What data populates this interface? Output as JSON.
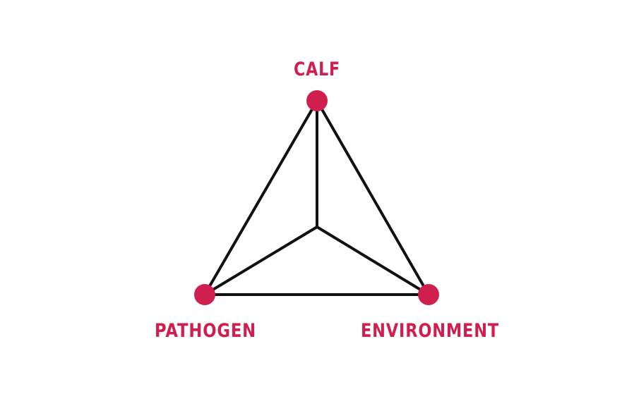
{
  "colors": {
    "accent": "#cf1f4f",
    "edge": "#111111",
    "background": "#ffffff"
  },
  "vertices": {
    "top": {
      "label": "CALF"
    },
    "bottom_left": {
      "label": "PATHOGEN"
    },
    "bottom_right": {
      "label": "ENVIRONMENT"
    }
  }
}
